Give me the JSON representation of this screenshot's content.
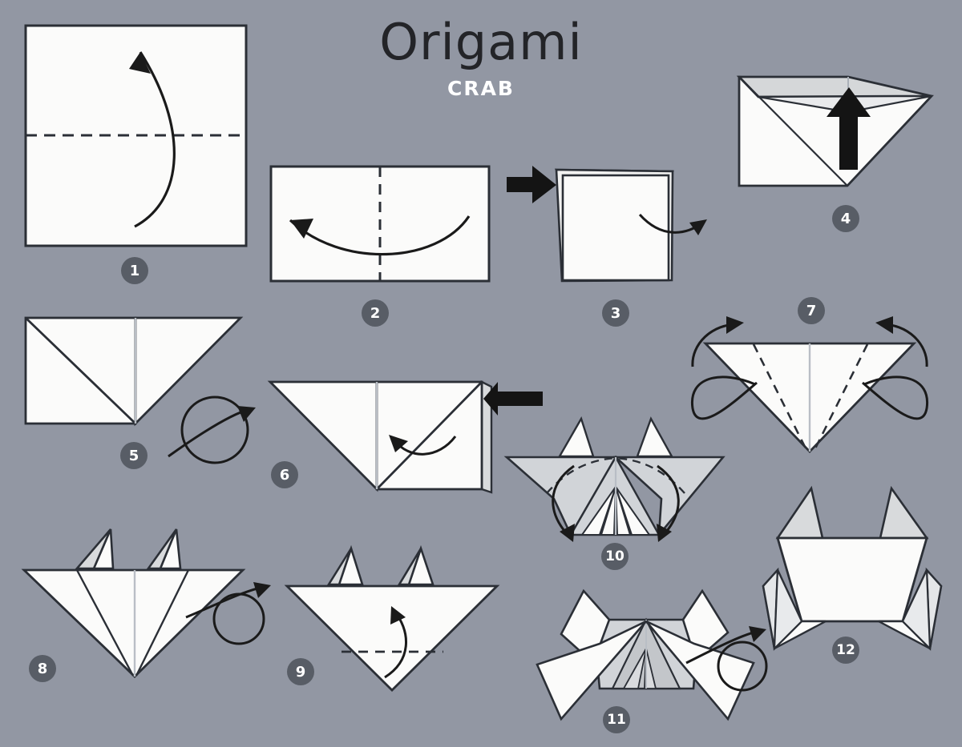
{
  "header": {
    "title": "Origami",
    "subtitle": "CRAB"
  },
  "colors": {
    "background": "#9297a3",
    "paper_front": "#fbfbfa",
    "paper_back": "#d8dadc",
    "paper_shade": "#c9ccd0",
    "outline": "#2b2f36",
    "badge_bg": "#585d66",
    "badge_text": "#ffffff",
    "title_text": "#232428",
    "subtitle_text": "#ffffff",
    "arrow_solid": "#141414",
    "crease_line": "#2b2f36"
  },
  "diagram": {
    "type": "origami-instruction-sheet",
    "model": "CRAB",
    "step_count": 12,
    "steps": [
      {
        "number": "1",
        "shape": "square",
        "fold_line": "horizontal-dashed-center",
        "arrow": "curved-up",
        "description": "Start with a square sheet, valley fold in half horizontally"
      },
      {
        "number": "2",
        "shape": "wide-rectangle",
        "fold_line": "vertical-dashed-center",
        "arrow": "curved-right-to-left",
        "description": "Fold the rectangle in half from right to left"
      },
      {
        "number": "3",
        "shape": "square-with-back-layer",
        "arrow": "thick-black-right, thin-curve-right",
        "description": "Open the top pocket from the left edge"
      },
      {
        "number": "4",
        "shape": "open-pocket-diamond",
        "arrow": "thick-black-up",
        "description": "Squash the pocket flat, pushing upward"
      },
      {
        "number": "5",
        "shape": "square-plus-right-triangle",
        "arrow": "loop-flip",
        "description": "Turn the model over"
      },
      {
        "number": "6",
        "shape": "left-triangle-plus-square",
        "arrow": "thick-black-left, curve-right-to-left",
        "description": "Open and squash the remaining pocket"
      },
      {
        "number": "7",
        "shape": "down-triangle",
        "fold_line": "two-dashed-diagonals",
        "arrow": "two-side-loops",
        "description": "Fold both outer corners behind along the dashed lines"
      },
      {
        "number": "8",
        "shape": "triangle-with-two-spikes",
        "arrow": "loop-flip",
        "description": "Turn the model over"
      },
      {
        "number": "9",
        "shape": "triangle-with-two-spikes",
        "fold_line": "horizontal-dashed",
        "arrow": "curved-up",
        "description": "Valley fold the bottom point up"
      },
      {
        "number": "10",
        "shape": "crab-body-with-wings",
        "fold_line": "two-dashed-diagonals",
        "arrow": "two-down-curves",
        "description": "Fold the side flaps down to form the legs"
      },
      {
        "number": "11",
        "shape": "crab-with-legs",
        "arrow": "loop-flip",
        "description": "Turn the model over"
      },
      {
        "number": "12",
        "shape": "finished-crab",
        "arrow": "none",
        "description": "Finished origami crab"
      }
    ],
    "badge_labels": [
      "1",
      "2",
      "3",
      "4",
      "5",
      "6",
      "7",
      "8",
      "9",
      "10",
      "11",
      "12"
    ]
  }
}
